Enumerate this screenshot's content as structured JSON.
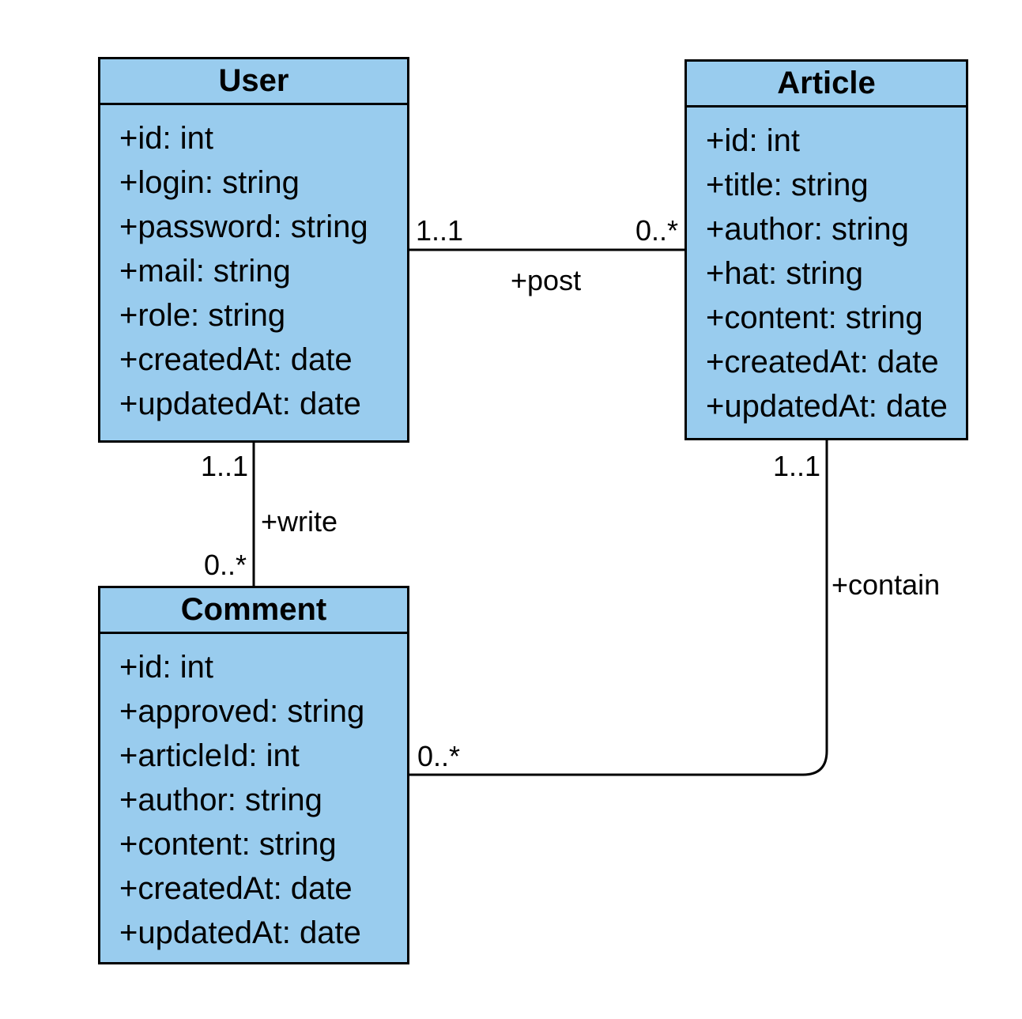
{
  "classes": {
    "user": {
      "name": "User",
      "attributes": [
        "+id: int",
        "+login: string",
        "+password: string",
        "+mail: string",
        "+role: string",
        "+createdAt: date",
        "+updatedAt: date"
      ]
    },
    "article": {
      "name": "Article",
      "attributes": [
        "+id: int",
        "+title: string",
        "+author: string",
        "+hat: string",
        "+content: string",
        "+createdAt: date",
        "+updatedAt: date"
      ]
    },
    "comment": {
      "name": "Comment",
      "attributes": [
        "+id: int",
        "+approved: string",
        "+articleId: int",
        "+author: string",
        "+content: string",
        "+createdAt: date",
        "+updatedAt: date"
      ]
    }
  },
  "associations": {
    "post": {
      "label": "+post",
      "source_multiplicity": "1..1",
      "target_multiplicity": "0..*"
    },
    "write": {
      "label": "+write",
      "source_multiplicity": "1..1",
      "target_multiplicity": "0..*"
    },
    "contain": {
      "label": "+contain",
      "source_multiplicity": "1..1",
      "target_multiplicity": "0..*"
    }
  },
  "colors": {
    "class_fill": "#99ccee",
    "stroke": "#000000"
  }
}
